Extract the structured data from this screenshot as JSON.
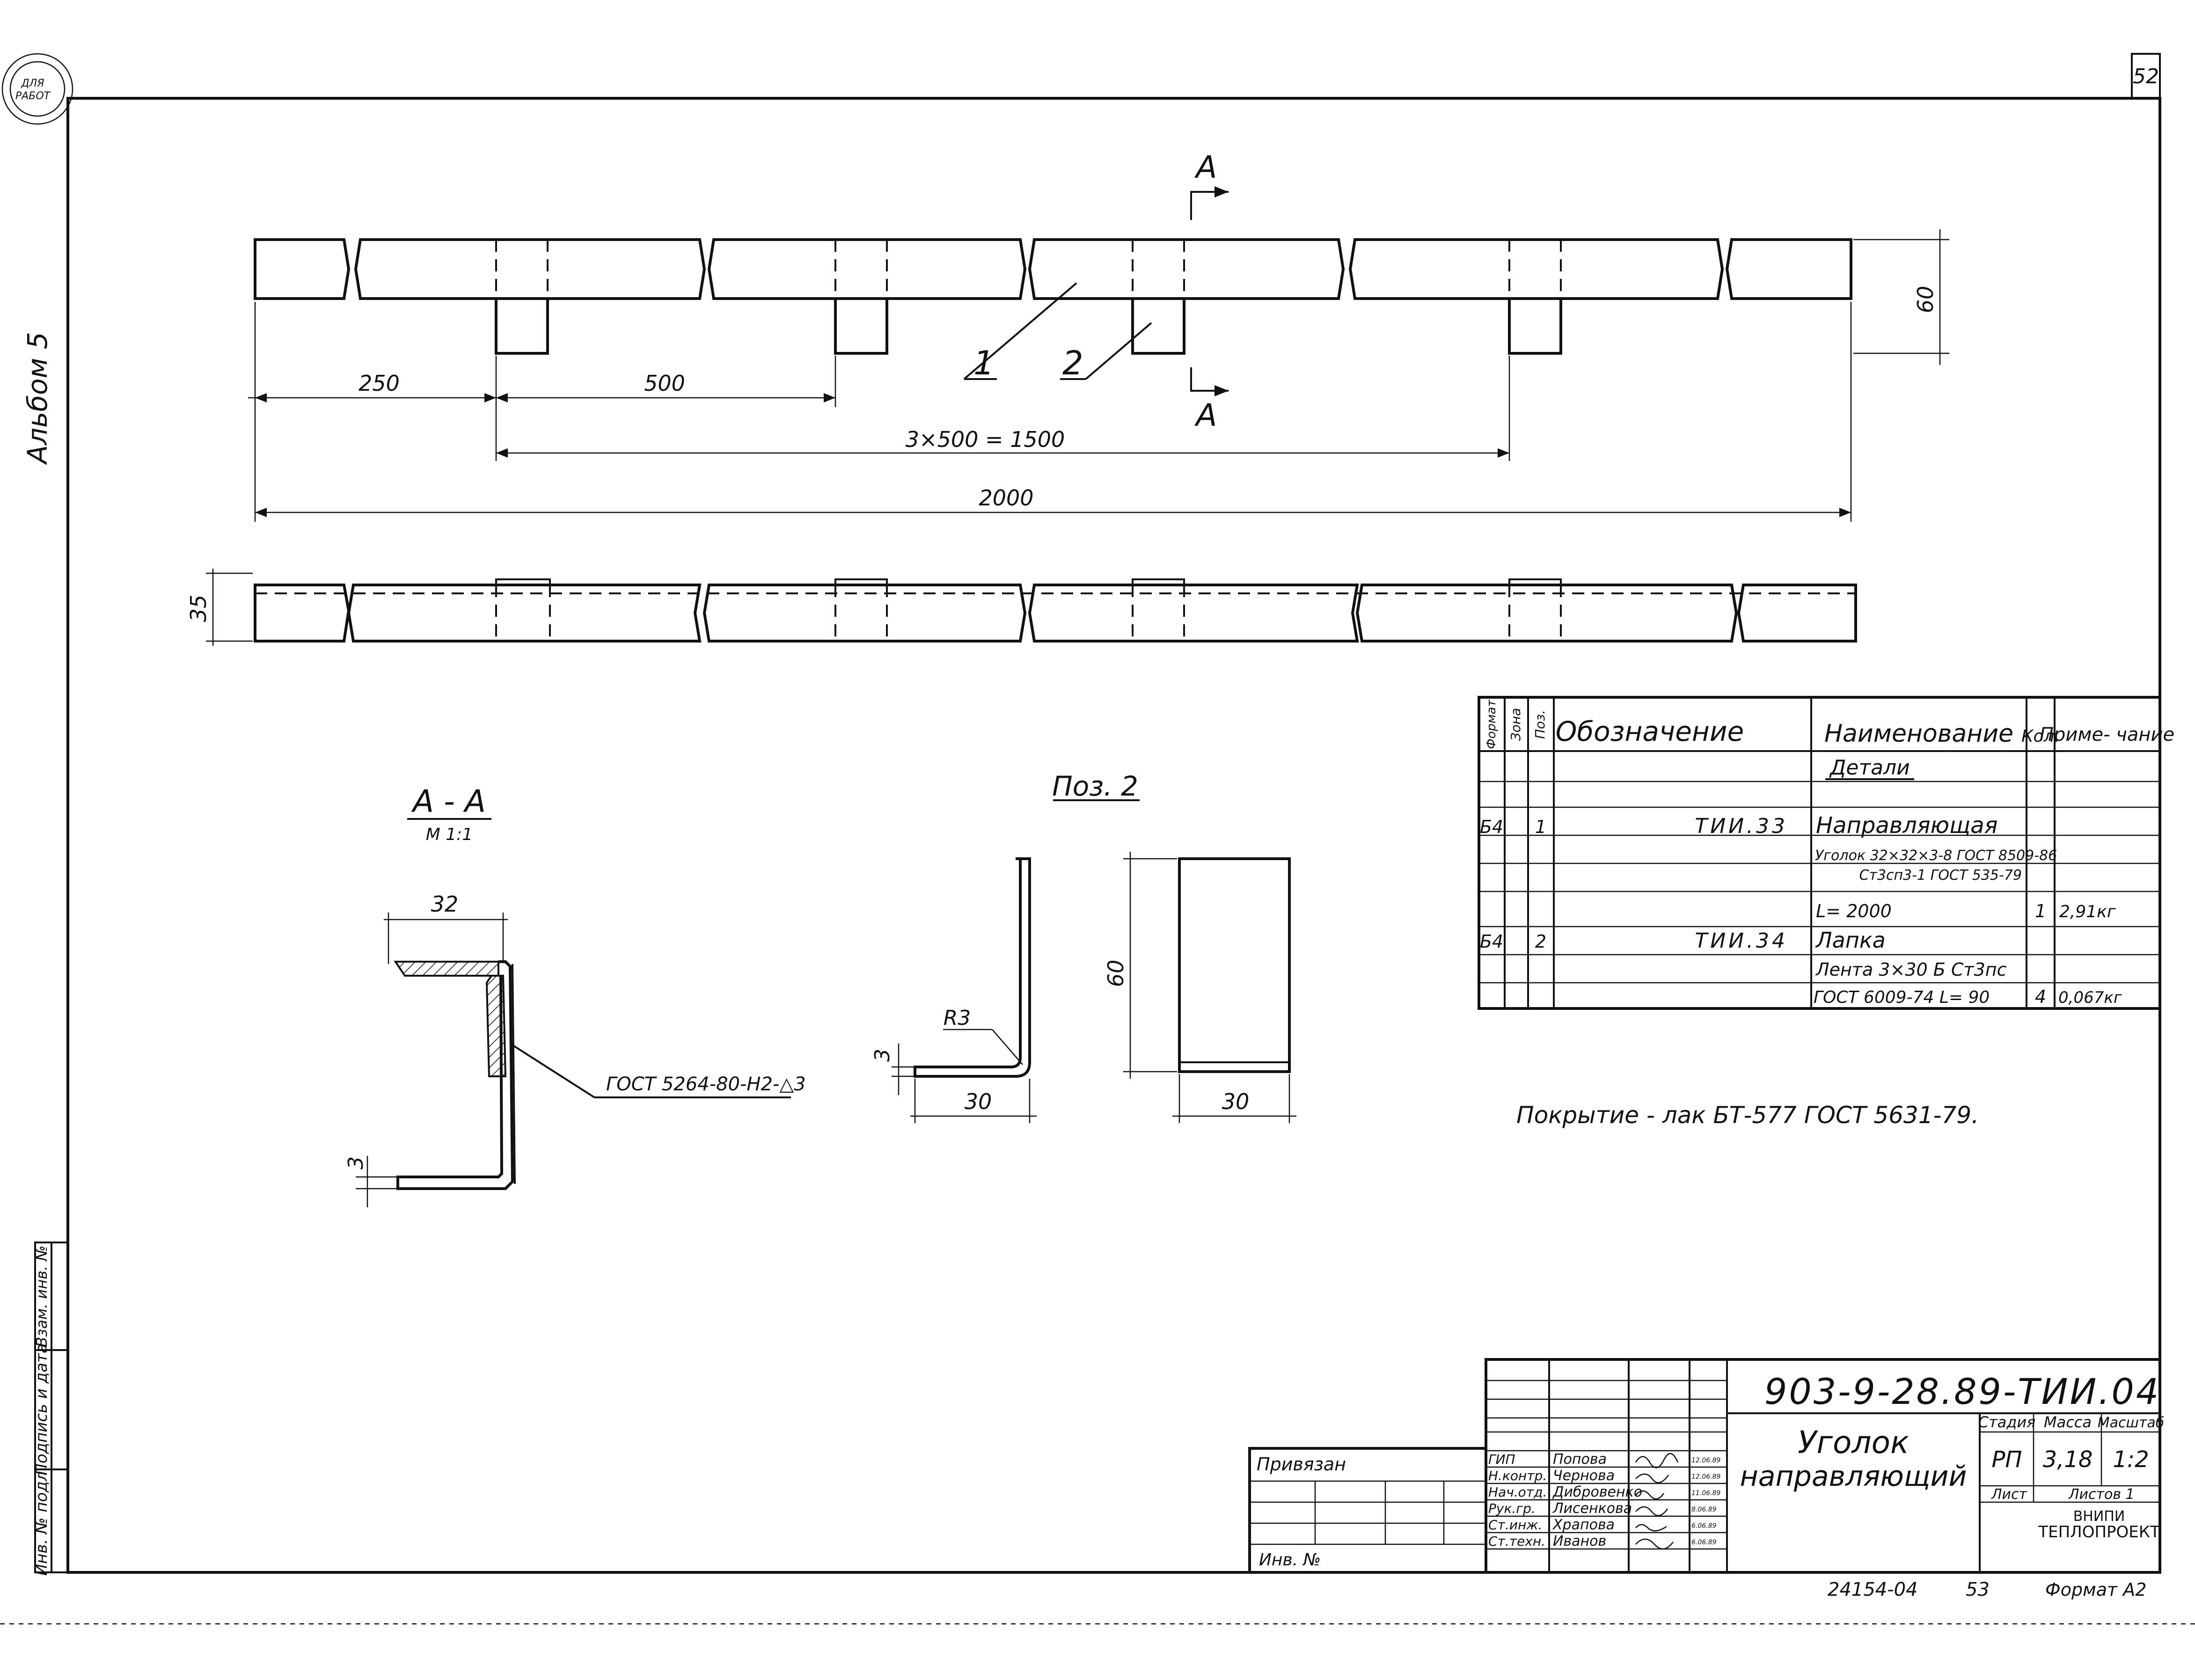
{
  "sheet_number": "52",
  "album_label": "Альбом 5",
  "stamp_text": [
    "ДЛЯ",
    "РАБОТ"
  ],
  "drawing": {
    "section_mark": "А",
    "callouts": [
      "1",
      "2"
    ],
    "dims": {
      "d250": "250",
      "d500": "500",
      "d1500": "3×500 = 1500",
      "d2000": "2000",
      "d60": "60",
      "d35": "35"
    },
    "section_title": "А - А",
    "section_scale": "М 1:1",
    "section_dims": {
      "d32": "32",
      "d3": "3"
    },
    "weld_note": "ГОСТ 5264-80-Н2-△3",
    "pos2_title": "Поз. 2",
    "pos2_dims": {
      "r3": "R3",
      "d3": "3",
      "d30a": "30",
      "d60": "60",
      "d30b": "30"
    }
  },
  "spec_table": {
    "headers": {
      "format": "Формат",
      "zone": "Зона",
      "pos": "Поз.",
      "designation": "Обозначение",
      "name": "Наименование",
      "qty": "Кол.",
      "note": "Приме- чание"
    },
    "section_heading": "Детали",
    "rows": [
      {
        "format": "Б4",
        "pos": "1",
        "designation": "ТИИ.33",
        "name": "Направляющая",
        "qty": "",
        "note": ""
      },
      {
        "format": "",
        "pos": "",
        "designation": "",
        "name": "Уголок 32×32×3-8 ГОСТ 8509-86",
        "qty": "",
        "note": ""
      },
      {
        "format": "",
        "pos": "",
        "designation": "",
        "name": "Ст3сп3-1 ГОСТ 535-79",
        "qty": "",
        "note": ""
      },
      {
        "format": "",
        "pos": "",
        "designation": "",
        "name": "L= 2000",
        "qty": "1",
        "note": "2,91кг"
      },
      {
        "format": "Б4",
        "pos": "2",
        "designation": "ТИИ.34",
        "name": "Лапка",
        "qty": "",
        "note": ""
      },
      {
        "format": "",
        "pos": "",
        "designation": "",
        "name": "Лента 3×30 Б Ст3пс",
        "qty": "",
        "note": ""
      },
      {
        "format": "",
        "pos": "",
        "designation": "",
        "name": "ГОСТ 6009-74  L= 90",
        "qty": "4",
        "note": "0,067кг"
      }
    ]
  },
  "coating_note": "Покрытие - лак БТ-577  ГОСТ 5631-79.",
  "left_strip": {
    "inv_orig": "Инв. № подл.",
    "sign_date": "Подпись и дата",
    "inv_repl": "Взам. инв. №"
  },
  "title_block": {
    "doc_code": "903-9-28.89-ТИИ.04",
    "part_name_1": "Уголок",
    "part_name_2": "направляющий",
    "stage_label": "Стадия",
    "mass_label": "Масса",
    "scale_label": "Масштаб",
    "stage": "РП",
    "mass": "3,18",
    "scale": "1:2",
    "sheet_label": "Лист",
    "sheets_label": "Листов 1",
    "org_1": "ВНИПИ",
    "org_2": "ТЕПЛОПРОЕКТ",
    "privyazan": "Привязан",
    "inv_no": "Инв. №",
    "staff": [
      {
        "role": "ГИП",
        "name": "Попова",
        "date": "12.06.89"
      },
      {
        "role": "Н.контр.",
        "name": "Чернова",
        "date": "12.06.89"
      },
      {
        "role": "Нач.отд.",
        "name": "Дибровенко",
        "date": "11.06.89"
      },
      {
        "role": "Рук.гр.",
        "name": "Лисенкова",
        "date": "8.06.89"
      },
      {
        "role": "Ст.инж.",
        "name": "Храпова",
        "date": "6.06.89"
      },
      {
        "role": "Ст.техн.",
        "name": "Иванов",
        "date": "6.06.89"
      }
    ]
  },
  "footer": {
    "archive_no": "24154-04",
    "page_no": "53",
    "format": "Формат А2"
  }
}
